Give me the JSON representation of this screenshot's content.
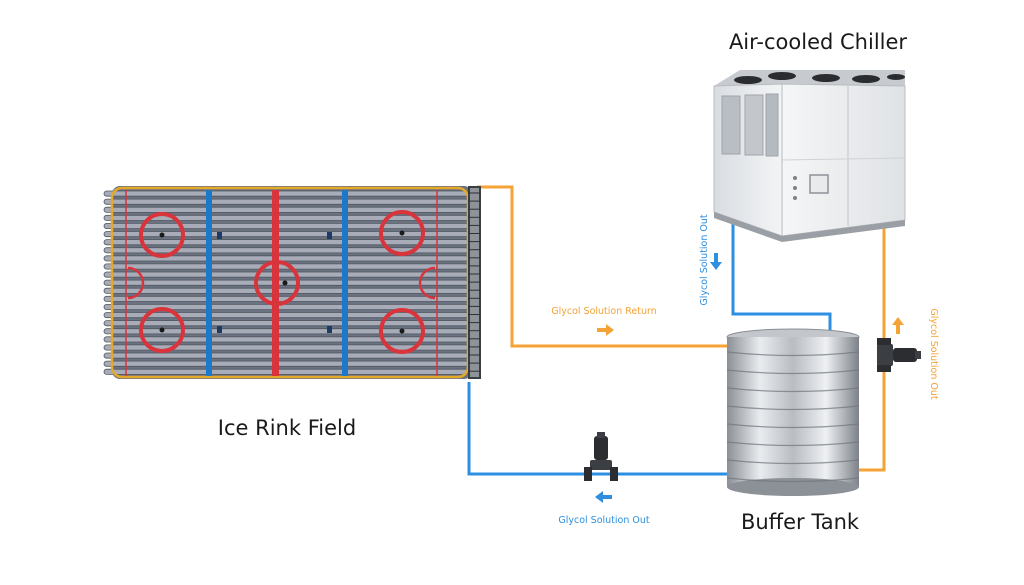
{
  "labels": {
    "chiller": "Air-cooled Chiller",
    "rink": "Ice Rink Field",
    "tank": "Buffer Tank",
    "return_flow": "Glycol Solution Return",
    "out_bottom": "Glycol Solution Out",
    "out_chiller": "Glycol Solution Out",
    "out_right": "Glycol Solution Out"
  },
  "colors": {
    "supply_pipe": "#2e8fe0",
    "return_pipe": "#f5a236",
    "rink_red": "#d9343b",
    "rink_blue": "#1c78c8",
    "rink_border": "#e5a92a",
    "tube": "#a7acb8"
  },
  "icons": [
    "arrow-right-icon",
    "arrow-left-icon",
    "arrow-down-icon",
    "arrow-up-icon",
    "pump-icon",
    "chiller-unit",
    "buffer-tank"
  ]
}
